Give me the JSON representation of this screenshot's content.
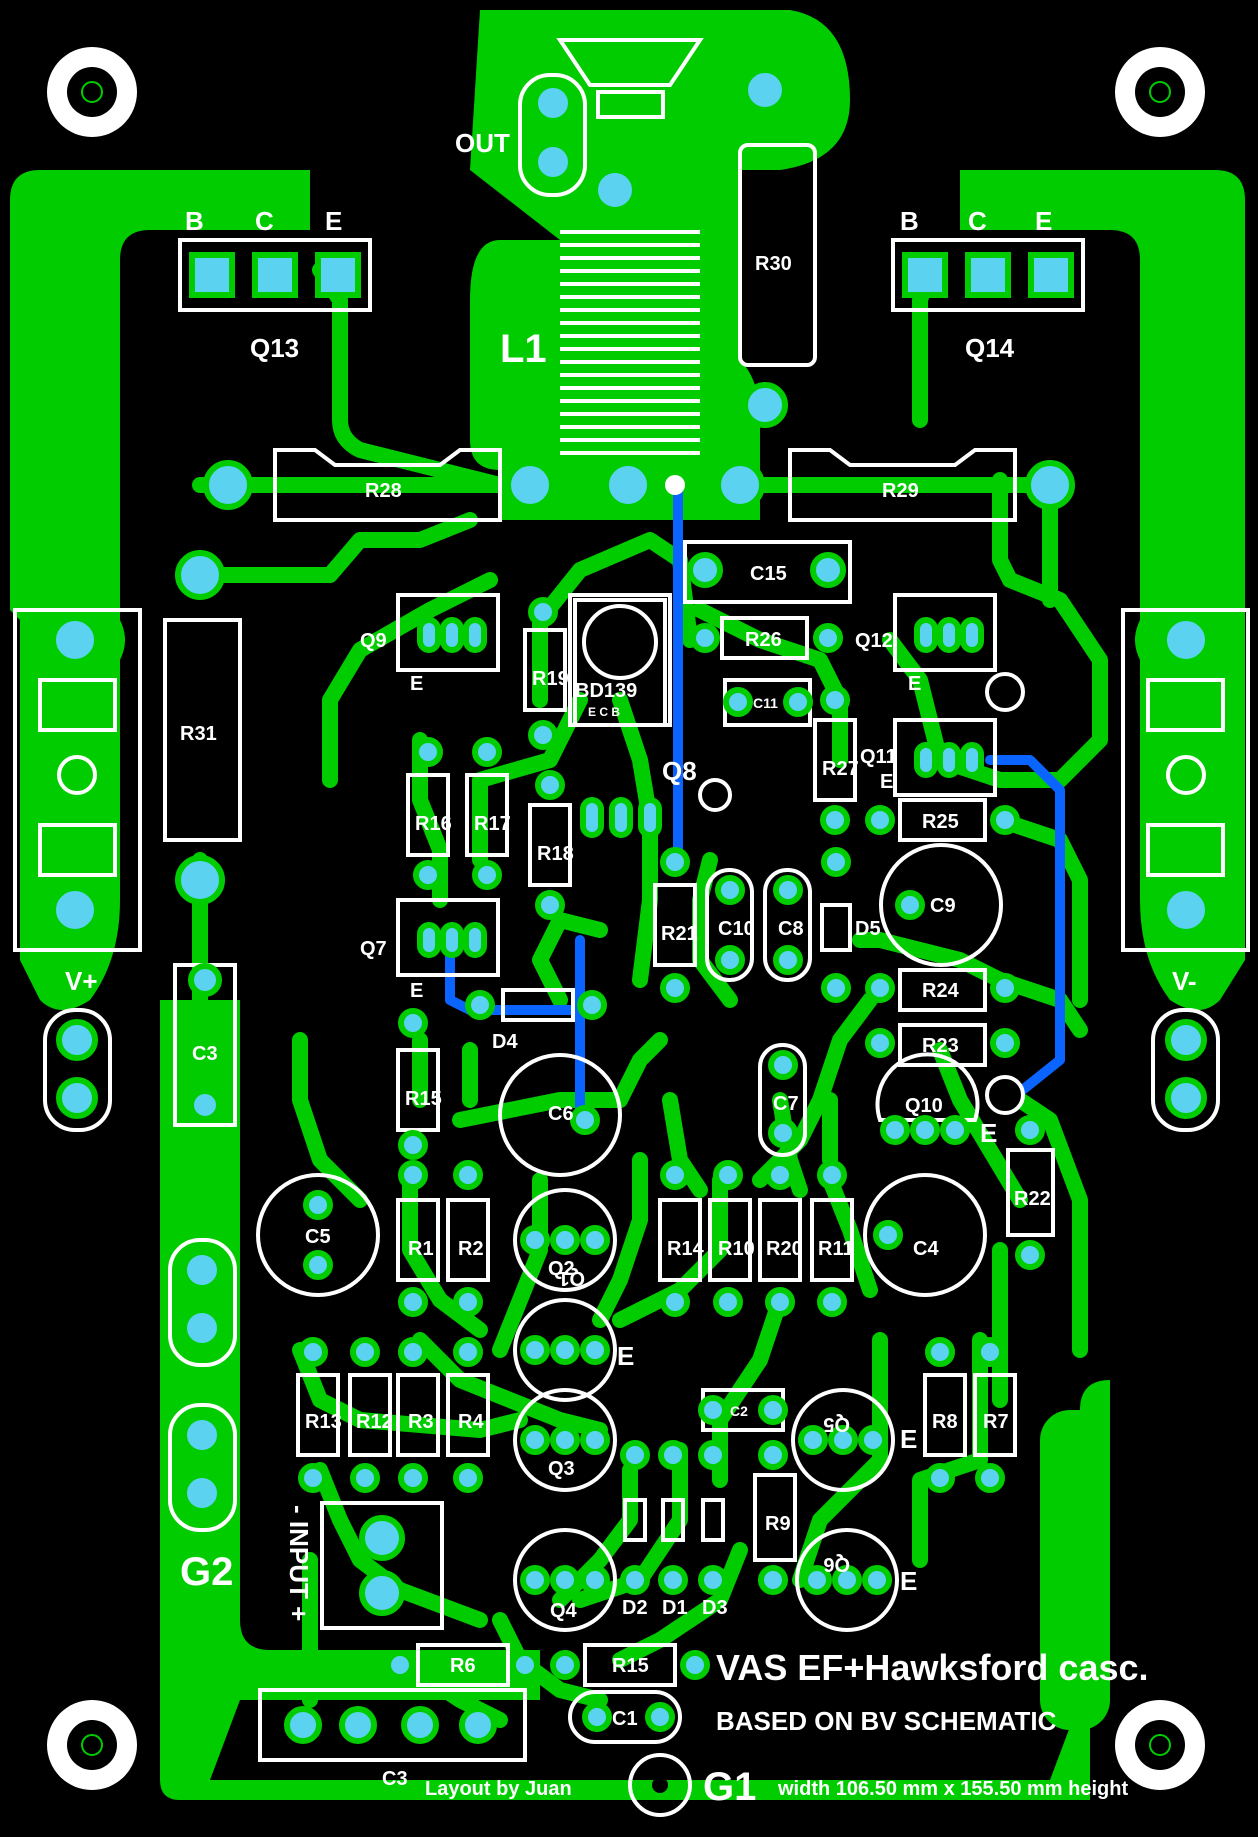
{
  "title_line1": "VAS EF+Hawksford casc.",
  "title_line2": "BASED ON BV SCHEMATIC",
  "author": "Layout by Juan",
  "dimensions": "width 106.50 mm x 155.50 mm height",
  "labels": {
    "out": "OUT",
    "l1": "L1",
    "vplus": "V+",
    "vminus": "V-",
    "g1": "G1",
    "g2": "G2",
    "input": "- INPUT +",
    "bd139": "BD139",
    "ecb": "E  C  B",
    "pin_b": "B",
    "pin_c": "C",
    "pin_e": "E"
  },
  "transistors": [
    "Q1",
    "Q2",
    "Q3",
    "Q4",
    "Q5",
    "Q6",
    "Q7",
    "Q8",
    "Q9",
    "Q10",
    "Q11",
    "Q12",
    "Q13",
    "Q14"
  ],
  "resistors": [
    "R1",
    "R2",
    "R3",
    "R4",
    "R6",
    "R7",
    "R8",
    "R9",
    "R10",
    "R11",
    "R12",
    "R13",
    "R14",
    "R15",
    "R15",
    "R16",
    "R17",
    "R18",
    "R19",
    "R20",
    "R21",
    "R22",
    "R23",
    "R24",
    "R25",
    "R26",
    "R27",
    "R28",
    "R29",
    "R30",
    "R31"
  ],
  "capacitors": [
    "C1",
    "C2",
    "C3",
    "C3",
    "C4",
    "C5",
    "C6",
    "C7",
    "C8",
    "C9",
    "C10",
    "C11",
    "C15"
  ],
  "diodes": [
    "D1",
    "D2",
    "D3",
    "D4",
    "D5"
  ],
  "colors": {
    "board": "#000000",
    "copper_top": "#00c800",
    "copper_bottom": "#0a64ff",
    "pad": "#5ad2f0",
    "silk": "#ffffff"
  }
}
